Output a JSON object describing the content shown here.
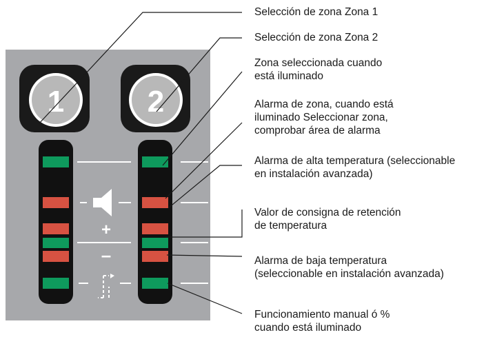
{
  "buttons": [
    {
      "number": "1"
    },
    {
      "number": "2"
    }
  ],
  "callouts": [
    {
      "lines": [
        "Selección de zona Zona 1"
      ]
    },
    {
      "lines": [
        "Selección de zona Zona 2"
      ]
    },
    {
      "lines": [
        "Zona seleccionada cuando",
        "está iluminado"
      ]
    },
    {
      "lines": [
        "Alarma de zona, cuando está",
        "iluminado Seleccionar zona,",
        "comprobar área de alarma"
      ]
    },
    {
      "lines": [
        "Alarma de alta temperatura (seleccionable",
        "en instalación avanzada)"
      ]
    },
    {
      "lines": [
        "Valor de consigna de retención",
        "de temperatura"
      ]
    },
    {
      "lines": [
        "Alarma de baja temperatura",
        "(seleccionable en instalación avanzada)"
      ]
    },
    {
      "lines": [
        "Funcionamiento manual ó %",
        "cuando está iluminado"
      ]
    }
  ],
  "symbols": {
    "plus": "+",
    "minus": "–"
  },
  "indicators": [
    {
      "role": "zone-selected",
      "color": "green"
    },
    {
      "role": "high-temp-alarm",
      "color": "red"
    },
    {
      "role": "setpoint-up",
      "color": "red"
    },
    {
      "role": "setpoint-hold",
      "color": "green"
    },
    {
      "role": "setpoint-down",
      "color": "red"
    },
    {
      "role": "manual-mode",
      "color": "green"
    }
  ],
  "colors": {
    "panel": "#a7a8ab",
    "button_bezel": "#1a1a1a",
    "button_face": "#b8b8b8",
    "led_strip": "#111111",
    "led_green": "#0e9a5d",
    "led_red": "#d75242",
    "divider": "#ffffff",
    "leader": "#1a1a1a"
  }
}
